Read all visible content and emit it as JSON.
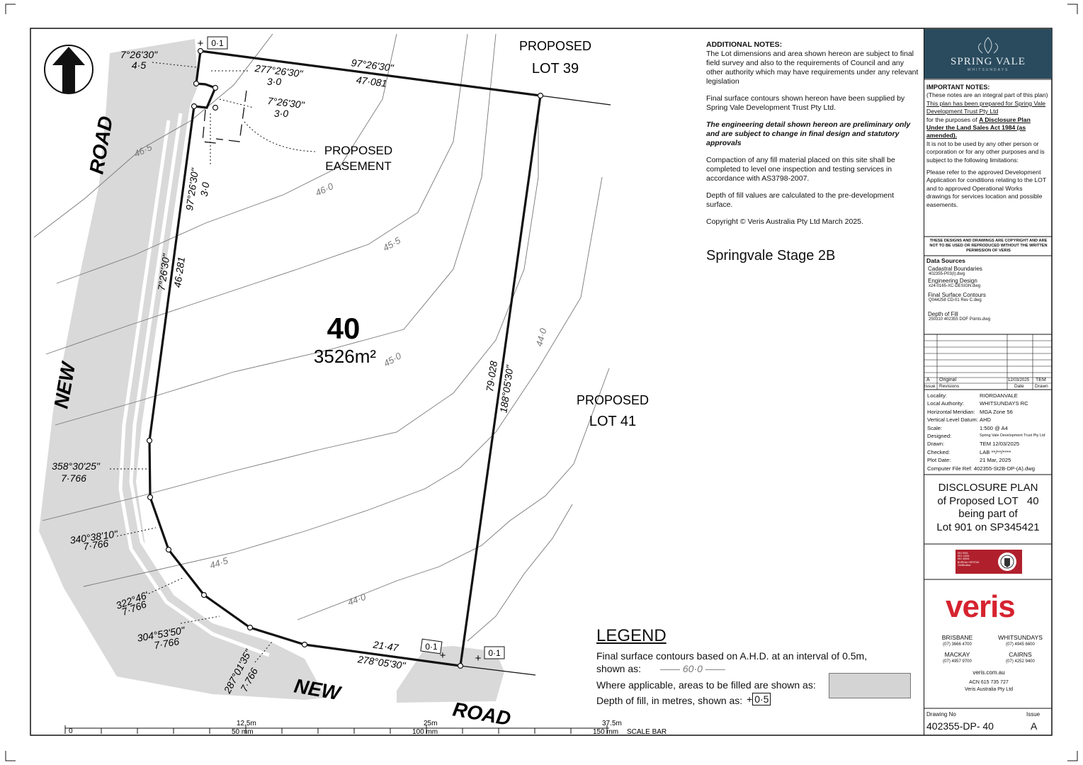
{
  "plan": {
    "lot_number": "40",
    "lot_area": "3526m²",
    "adjacent": {
      "lot39_line1": "PROPOSED",
      "lot39_line2": "LOT 39",
      "lot41_line1": "PROPOSED",
      "lot41_line2": "LOT 41",
      "easement_line1": "PROPOSED",
      "easement_line2": "EASEMENT"
    },
    "roads": {
      "road_west_1": "ROAD",
      "road_west_2": "NEW",
      "road_south_1": "NEW",
      "road_south_2": "ROAD"
    },
    "bearings": {
      "top_bearing": "97°26'30\"",
      "top_distance": "47·081",
      "nw_bearing": "7°26'30\"",
      "nw_distance": "4·5",
      "ease_b1": "277°26'30\"",
      "ease_d1": "3·0",
      "ease_b2": "7°26'30\"",
      "ease_d2": "3·0",
      "ease_b3": "97°26'30\"",
      "ease_d3": "3·0",
      "west_bearing": "7°26'30\"",
      "west_distance": "46·281",
      "east_distance": "79·028",
      "east_bearing": "188°05'30\"",
      "south_distance": "21·47",
      "south_bearing": "278°05'30\"",
      "c1_b": "358°30'25\"",
      "c1_d": "7·766",
      "c2_b": "340°38'10\"",
      "c2_d": "7·766",
      "c3_b": "322°46'",
      "c3_d": "7·766",
      "c4_b": "304°53'50\"",
      "c4_d": "7·766",
      "c5_b": "287°01'35\"",
      "c5_d": "7·766"
    },
    "contours": [
      "46·5",
      "46·0",
      "45·5",
      "45·0",
      "44·5",
      "44·0",
      "44·0"
    ],
    "fill_depths": [
      "0·1",
      "0·1",
      "0·1"
    ]
  },
  "scale_bar": {
    "ticks": [
      "0",
      "12.5m",
      "25m",
      "37.5m"
    ],
    "mm": [
      "50 mm",
      "100 mm",
      "150 mm"
    ],
    "label": "SCALE BAR"
  },
  "notes": {
    "heading": "ADDITIONAL NOTES:",
    "p1": "The Lot dimensions and area shown hereon are subject to final field survey and also to the requirements of Council and any other authority which may have requirements under any relevant legislation",
    "p2": "Final surface contours shown hereon have been supplied by Spring Vale Development Trust Pty Ltd.",
    "p3": "The engineering detail shown hereon are preliminary only and are subject to change in final design and statutory approvals",
    "p4": "Compaction of any fill material placed on this site shall be completed to level one inspection and testing services in accordance with AS3798-2007.",
    "p5": "Depth of fill values are calculated to the pre-development surface.",
    "p6": "Copyright © Veris Australia Pty Ltd March 2025.",
    "stage": "Springvale Stage 2B"
  },
  "legend": {
    "title": "LEGEND",
    "line1": "Final surface contours based on A.H.D. at an interval of 0.5m,",
    "line2": "shown as:",
    "contour_sample": "60·0",
    "line3": "Where applicable, areas to be filled are shown as:",
    "line4": "Depth of fill, in metres, shown as:",
    "fill_sample": "0·5",
    "fill_color": "#d4d4d4"
  },
  "title_block": {
    "brand_name": "SPRING VALE",
    "brand_sub": "WHITSUNDAYS",
    "brand_color": "#2a4b5e",
    "imp_title": "IMPORTANT NOTES:",
    "imp_1": "(These notes are an integral part of this plan)",
    "imp_2": "This plan has been prepared for Spring Vale Development Trust Pty Ltd",
    "imp_3": "for the purposes of",
    "imp_4": "A Disclosure Plan Under the Land Sales Act 1984 (as amended).",
    "imp_5": "It is not to be used by any other person or corporation or for any other purposes and is subject to the following limitations:",
    "imp_6": "Please refer to the approved Development Application for conditions relating to the LOT and to approved Operational Works drawings for services location and possible easements.",
    "copyright": "THESE DESIGNS AND DRAWINGS ARE COPYRIGHT AND ARE NOT TO BE USED OR REPRODUCED WITHOUT THE WRITTEN PERMISSION OF VERIS",
    "ds_title": "Data Sources",
    "ds": [
      {
        "name": "Cadastral Boundaries",
        "file": "402355-P03(I).dwg"
      },
      {
        "name": "Engineering Design",
        "file": "x24-0165-XC-DESIGN.dwg"
      },
      {
        "name": "Final Surface Contours",
        "file": "Q044258 CD-01 Rev C.dwg"
      },
      {
        "name": "Depth of Fill",
        "file": "250310 402355 DOF Points.dwg"
      }
    ],
    "revision": {
      "issue": "A",
      "desc": "Original",
      "date": "12/03/2025",
      "by": "TEM"
    },
    "rev_headers": {
      "issue": "Issue",
      "desc": "Revisions",
      "date": "Date",
      "by": "Drawn"
    },
    "info": [
      {
        "k": "Locality:",
        "v": "RIORDANVALE"
      },
      {
        "k": "Local Authority:",
        "v": "WHITSUNDAYS RC"
      },
      {
        "k": "Horizontal Meridian:",
        "v": "MGA Zone 56"
      },
      {
        "k": "Vertical Level Datum:",
        "v": "AHD"
      },
      {
        "k": "Scale:",
        "v": "1:500 @ A4"
      },
      {
        "k": "Designed:",
        "v": "Spring Vale Development Trust Pty Ltd"
      },
      {
        "k": "Drawn:",
        "v": "TEM 12/03/2025"
      },
      {
        "k": "Checked:",
        "v": "LAB **/**/****"
      },
      {
        "k": "Plot Date:",
        "v": "21 Mar, 2025"
      }
    ],
    "file_ref": "Computer File Ref: 402355-St2B-DP-(A).dwg",
    "disc_1": "DISCLOSURE PLAN",
    "disc_2": "of Proposed LOT   40",
    "disc_3": "being part of",
    "disc_4": "Lot 901 on SP345421",
    "cert_lines": [
      "ISO 9001",
      "ISO 14001",
      "ISO 45001",
      "BUREAU VERITAS",
      "Certification"
    ],
    "veris": "veris",
    "veris_color": "#d6232f",
    "offices": [
      {
        "city": "BRISBANE",
        "phone": "(07) 3666 4700"
      },
      {
        "city": "WHITSUNDAYS",
        "phone": "(07) 4945 6600"
      },
      {
        "city": "MACKAY",
        "phone": "(07) 4957 9700"
      },
      {
        "city": "CAIRNS",
        "phone": "(07) 4252 9400"
      }
    ],
    "web": "veris.com.au",
    "acn": "ACN 615 735 727",
    "company": "Veris Australia Pty Ltd",
    "drawing_no_label": "Drawing No",
    "drawing_no": "402355-DP- 40",
    "issue_label": "Issue",
    "issue": "A"
  }
}
